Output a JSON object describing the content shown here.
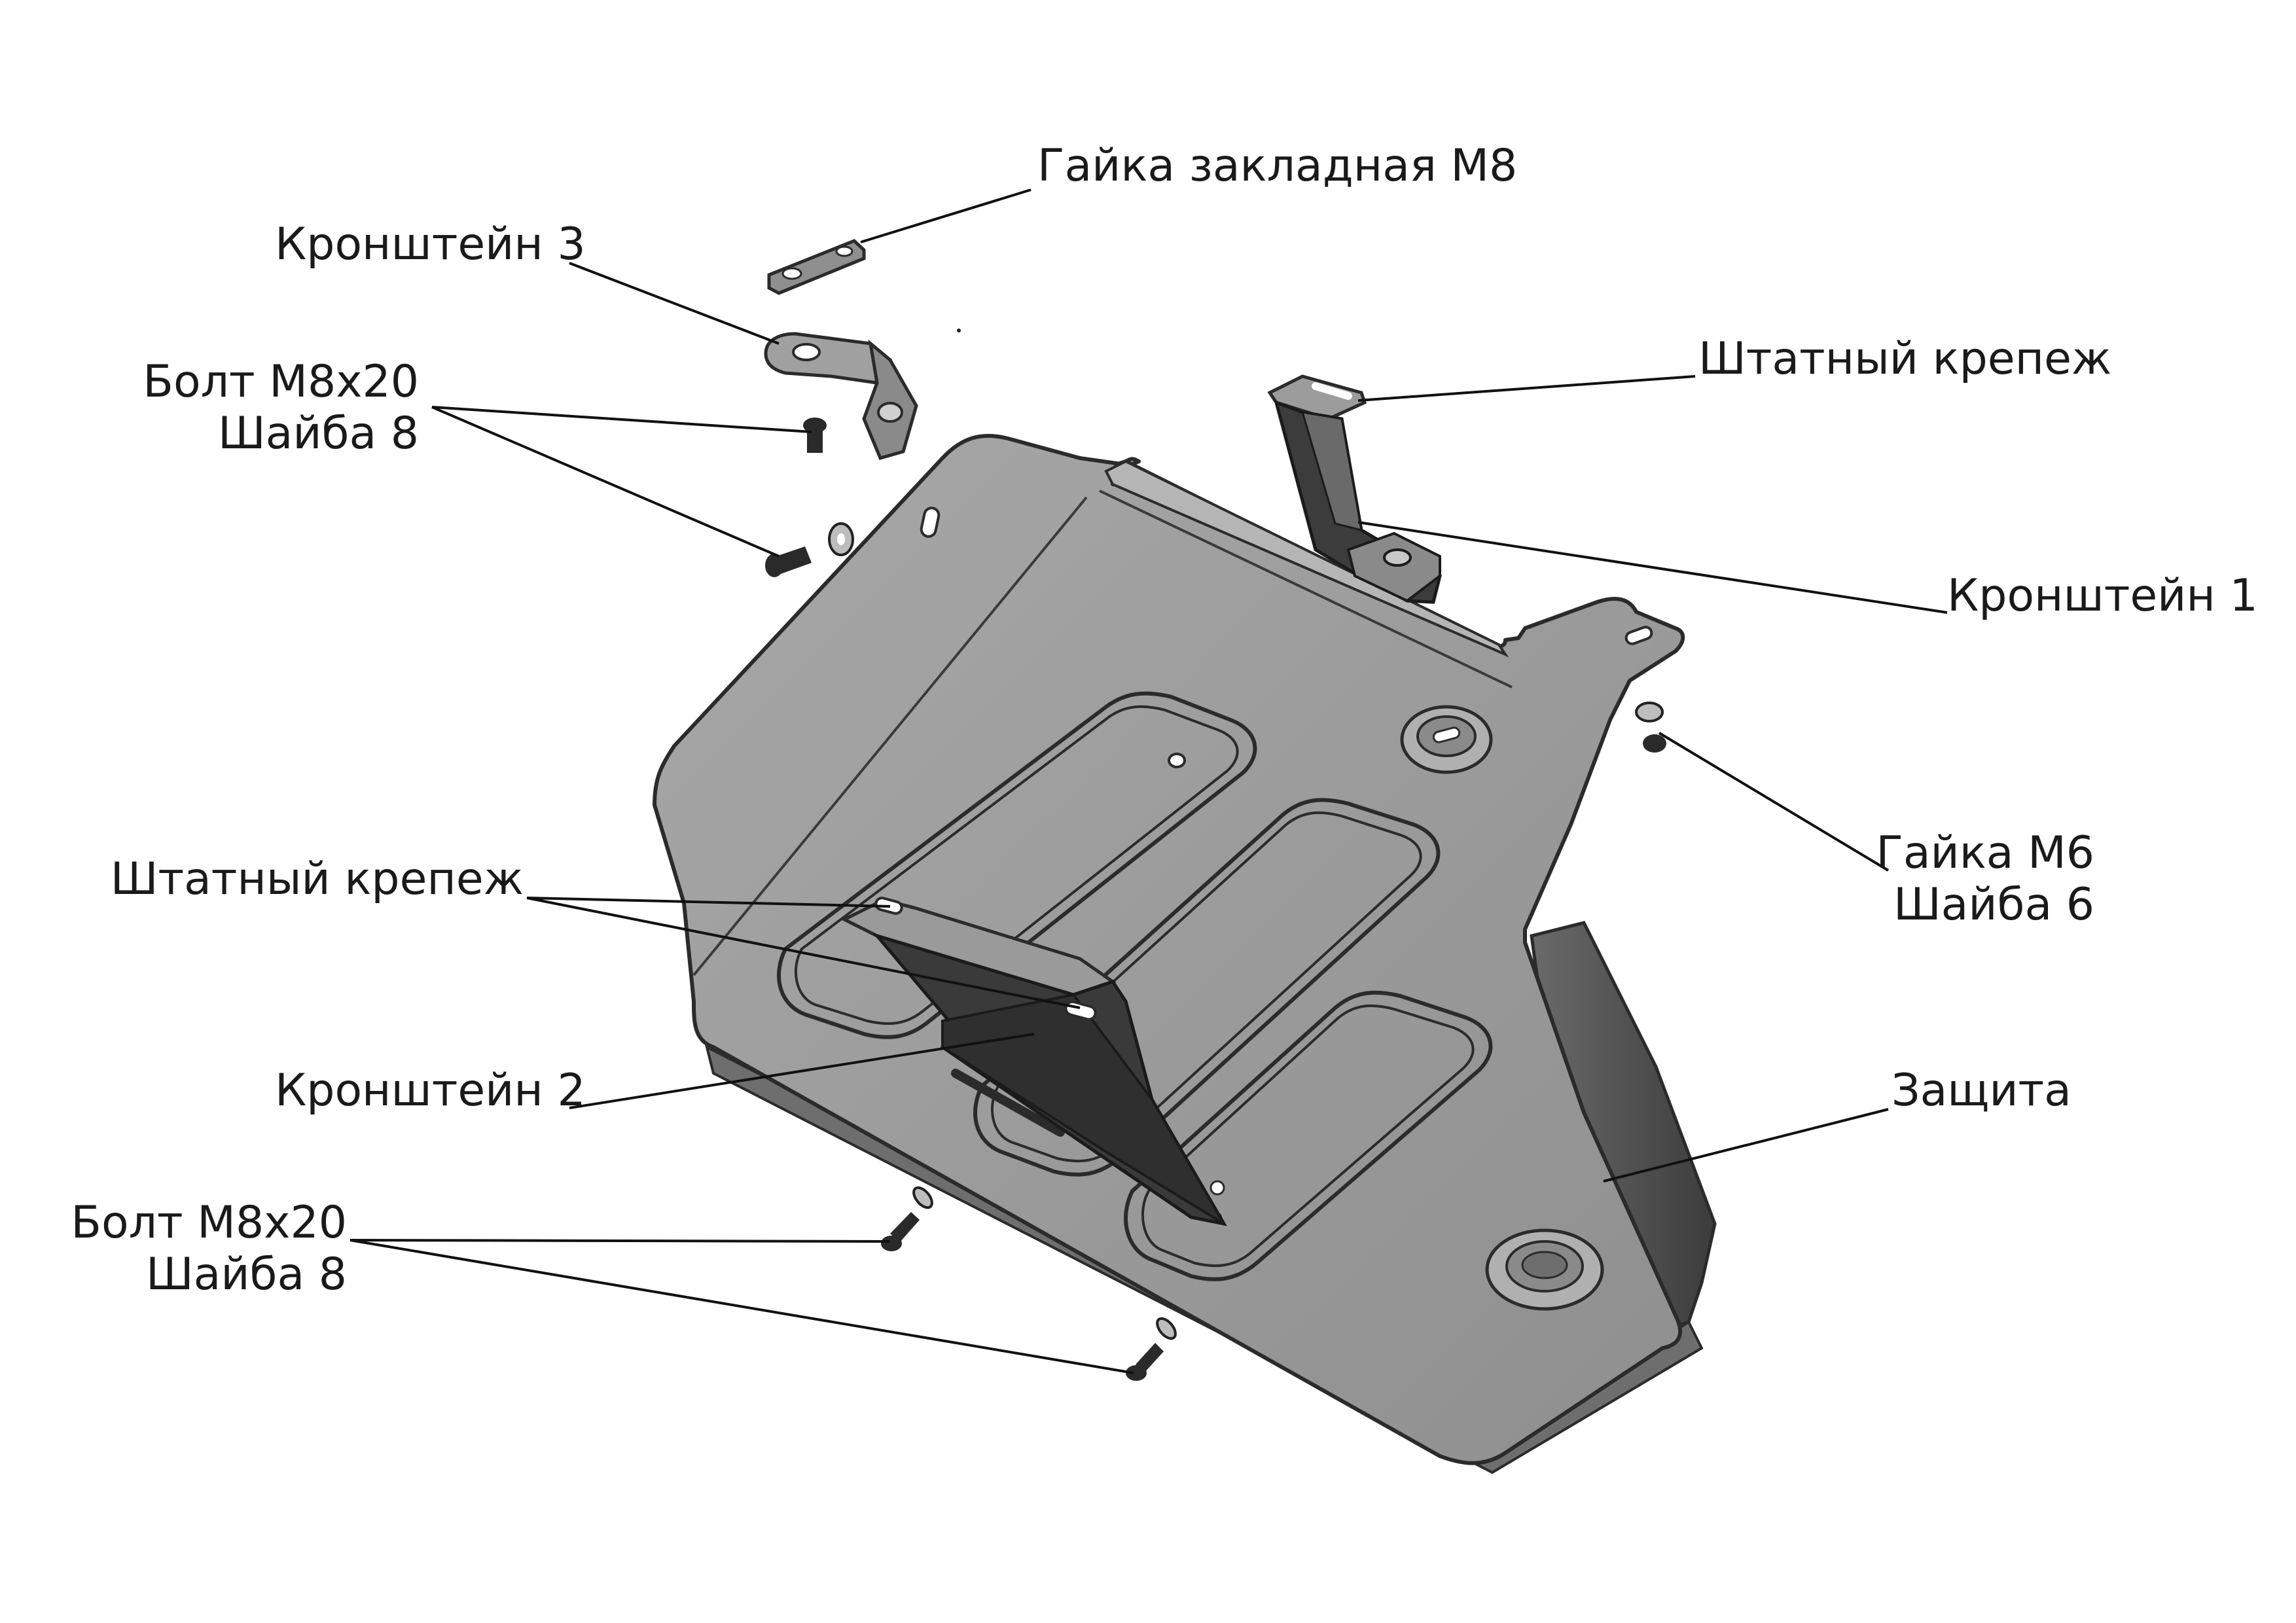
{
  "labels": {
    "nut_embedded": "Гайка закладная М8",
    "bracket3": "Кронштейн 3",
    "bolt_top_1": "Болт М8х20",
    "washer_top_1": "Шайба 8",
    "std_fastener_top": "Штатный крепеж",
    "bracket1": "Кронштейн 1",
    "nut_m6": "Гайка М6",
    "washer_m6": "Шайба 6",
    "std_fastener_mid": "Штатный крепеж",
    "bracket2": "Кронштейн 2",
    "guard": "Защита",
    "bolt_bottom": "Болт М8х20",
    "washer_bottom": "Шайба 8"
  },
  "colors": {
    "plate_fill": "#9c9c9c",
    "plate_edge": "#2b2b2b",
    "bracket_dark": "#3a3a3a",
    "side_flange": "#555555",
    "leader": "#111111"
  }
}
